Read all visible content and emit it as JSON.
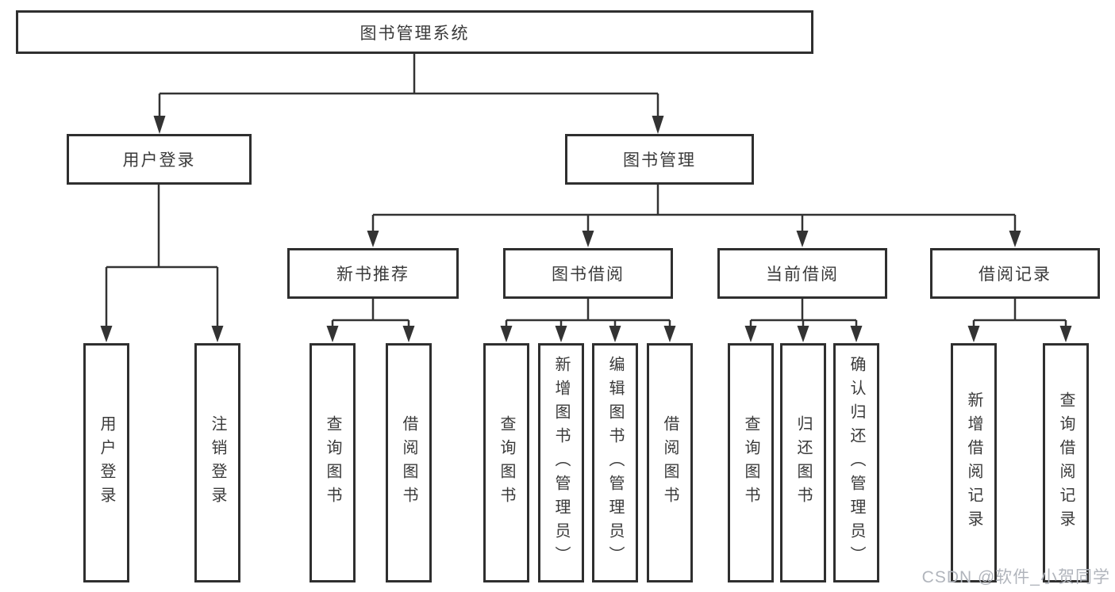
{
  "diagram": {
    "title_node": {
      "label": "图书管理系统"
    },
    "level2": [
      {
        "label": "用户登录"
      },
      {
        "label": "图书管理"
      }
    ],
    "level3": [
      {
        "label": "新书推荐",
        "parent": "图书管理"
      },
      {
        "label": "图书借阅",
        "parent": "图书管理"
      },
      {
        "label": "当前借阅",
        "parent": "图书管理"
      },
      {
        "label": "借阅记录",
        "parent": "图书管理"
      }
    ],
    "leaves": [
      {
        "label": "用户登录",
        "parent": "用户登录"
      },
      {
        "label": "注销登录",
        "parent": "用户登录"
      },
      {
        "label": "查询图书",
        "parent": "新书推荐"
      },
      {
        "label": "借阅图书",
        "parent": "新书推荐"
      },
      {
        "label": "查询图书",
        "parent": "图书借阅"
      },
      {
        "label": "新增图书（管理员）",
        "parent": "图书借阅"
      },
      {
        "label": "编辑图书（管理员）",
        "parent": "图书借阅"
      },
      {
        "label": "借阅图书",
        "parent": "图书借阅"
      },
      {
        "label": "查询图书",
        "parent": "当前借阅"
      },
      {
        "label": "归还图书",
        "parent": "当前借阅"
      },
      {
        "label": "确认归还（管理员）",
        "parent": "当前借阅"
      },
      {
        "label": "新增借阅记录",
        "parent": "借阅记录"
      },
      {
        "label": "查询借阅记录",
        "parent": "借阅记录"
      }
    ]
  },
  "watermark": {
    "text": "CSDN @软件_小贺同学"
  },
  "colors": {
    "line": "#333333",
    "box_border": "#2f2f2f",
    "box_fill": "#ffffff",
    "text": "#3a3a3a",
    "watermark": "#b1b5bc",
    "background": "#ffffff"
  }
}
